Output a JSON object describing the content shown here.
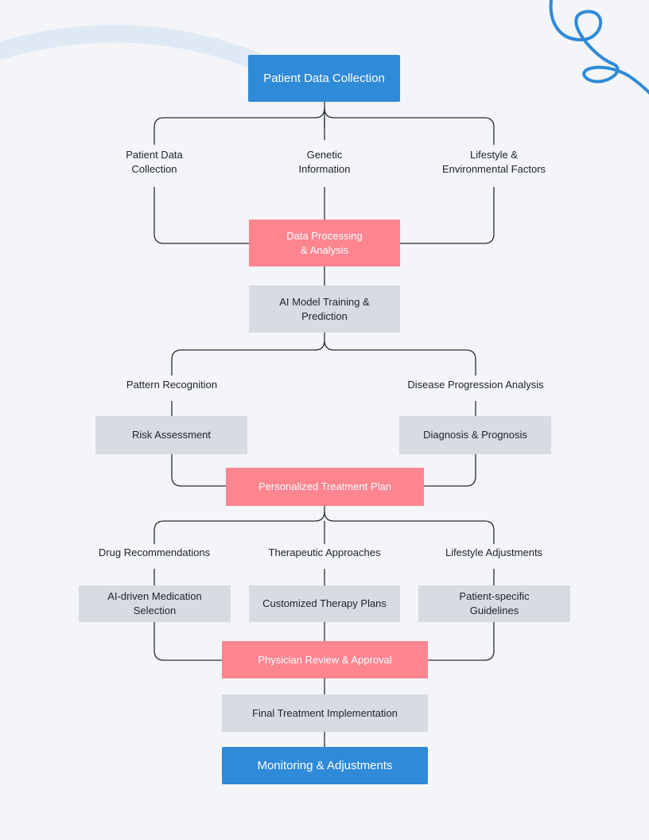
{
  "nodes": {
    "top": "Patient Data Collection",
    "branch1": [
      "Patient Data\nCollection",
      "Genetic\nInformation",
      "Lifestyle &\nEnvironmental Factors"
    ],
    "data_processing": "Data Processing\n& Analysis",
    "ai_model": "AI Model Training &\nPrediction",
    "branch2_labels": [
      "Pattern Recognition",
      "Disease Progression Analysis"
    ],
    "risk": "Risk Assessment",
    "diagnosis": "Diagnosis & Prognosis",
    "treatment_plan": "Personalized Treatment Plan",
    "branch3_labels": [
      "Drug Recommendations",
      "Therapeutic Approaches",
      "Lifestyle Adjustments"
    ],
    "branch3_boxes": [
      "AI-driven Medication\nSelection",
      "Customized Therapy Plans",
      "Patient-specific\nGuidelines"
    ],
    "physician_review": "Physician Review & Approval",
    "final_implementation": "Final Treatment Implementation",
    "monitoring": "Monitoring & Adjustments"
  },
  "colors": {
    "blue": "#2f8ad8",
    "pink": "#fc8590",
    "gray": "#d8dbe2",
    "line": "#2b2e33",
    "background": "#f3f5f8",
    "decoration": "#2f8ad8"
  }
}
